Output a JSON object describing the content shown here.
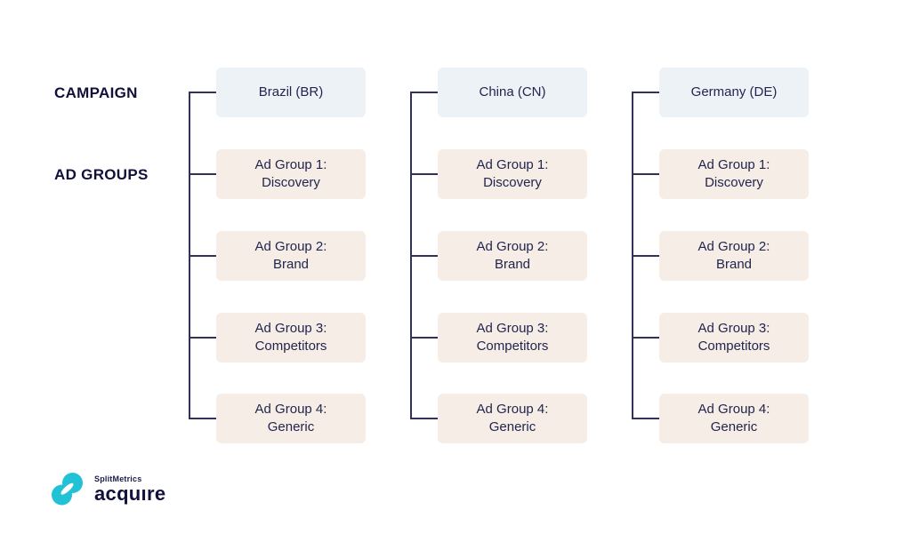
{
  "labels": {
    "campaign": "CAMPAIGN",
    "ad_groups": "AD GROUPS"
  },
  "columns": [
    {
      "campaign": "Brazil (BR)",
      "ad_groups": [
        {
          "line1": "Ad Group 1:",
          "line2": "Discovery"
        },
        {
          "line1": "Ad Group 2:",
          "line2": "Brand"
        },
        {
          "line1": "Ad Group 3:",
          "line2": "Competitors"
        },
        {
          "line1": "Ad Group 4:",
          "line2": "Generic"
        }
      ]
    },
    {
      "campaign": "China (CN)",
      "ad_groups": [
        {
          "line1": "Ad Group 1:",
          "line2": "Discovery"
        },
        {
          "line1": "Ad Group 2:",
          "line2": "Brand"
        },
        {
          "line1": "Ad Group 3:",
          "line2": "Competitors"
        },
        {
          "line1": "Ad Group 4:",
          "line2": "Generic"
        }
      ]
    },
    {
      "campaign": "Germany (DE)",
      "ad_groups": [
        {
          "line1": "Ad Group 1:",
          "line2": "Discovery"
        },
        {
          "line1": "Ad Group 2:",
          "line2": "Brand"
        },
        {
          "line1": "Ad Group 3:",
          "line2": "Competitors"
        },
        {
          "line1": "Ad Group 4:",
          "line2": "Generic"
        }
      ]
    }
  ],
  "logo": {
    "brand": "SplitMetrics",
    "product": "acquıre"
  },
  "colors": {
    "campaign_box_bg": "#edf2f7",
    "ad_group_box_bg": "#f5ede6",
    "connector_line": "#30325a",
    "box_text": "#23254e",
    "label_text": "#10103a",
    "logo_teal": "#22c2d6",
    "logo_navy": "#12113c"
  }
}
